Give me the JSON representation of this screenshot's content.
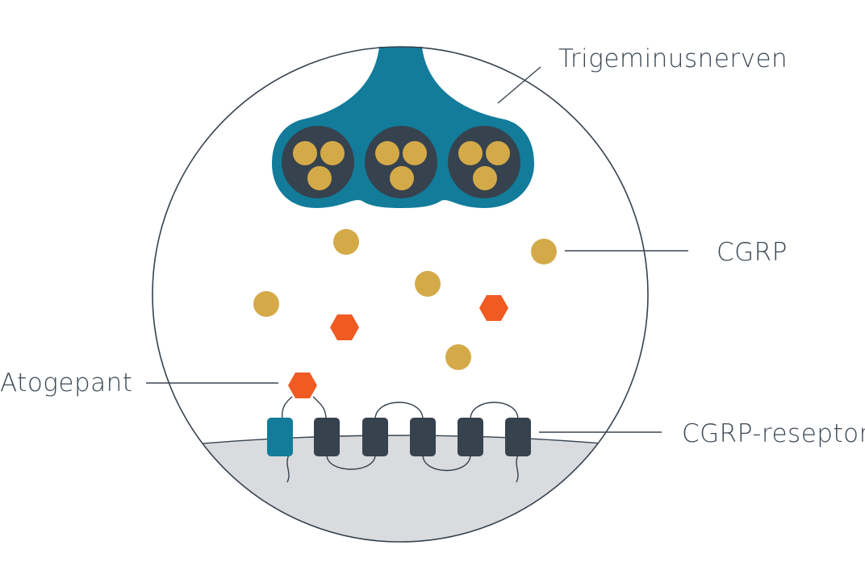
{
  "labels": {
    "nerve": "Trigeminusnerven",
    "cgrp": "CGRP",
    "drug": "Atogepant",
    "receptor": "CGRP-reseptor"
  },
  "colors": {
    "nerve": "#127c9a",
    "vesicle": "#36424e",
    "cgrp": "#d4aa49",
    "drug": "#ef5b22",
    "receptor_dark": "#36424e",
    "receptor_active": "#127c9a",
    "membrane": "#d9dbdf",
    "outline": "#36424e"
  }
}
